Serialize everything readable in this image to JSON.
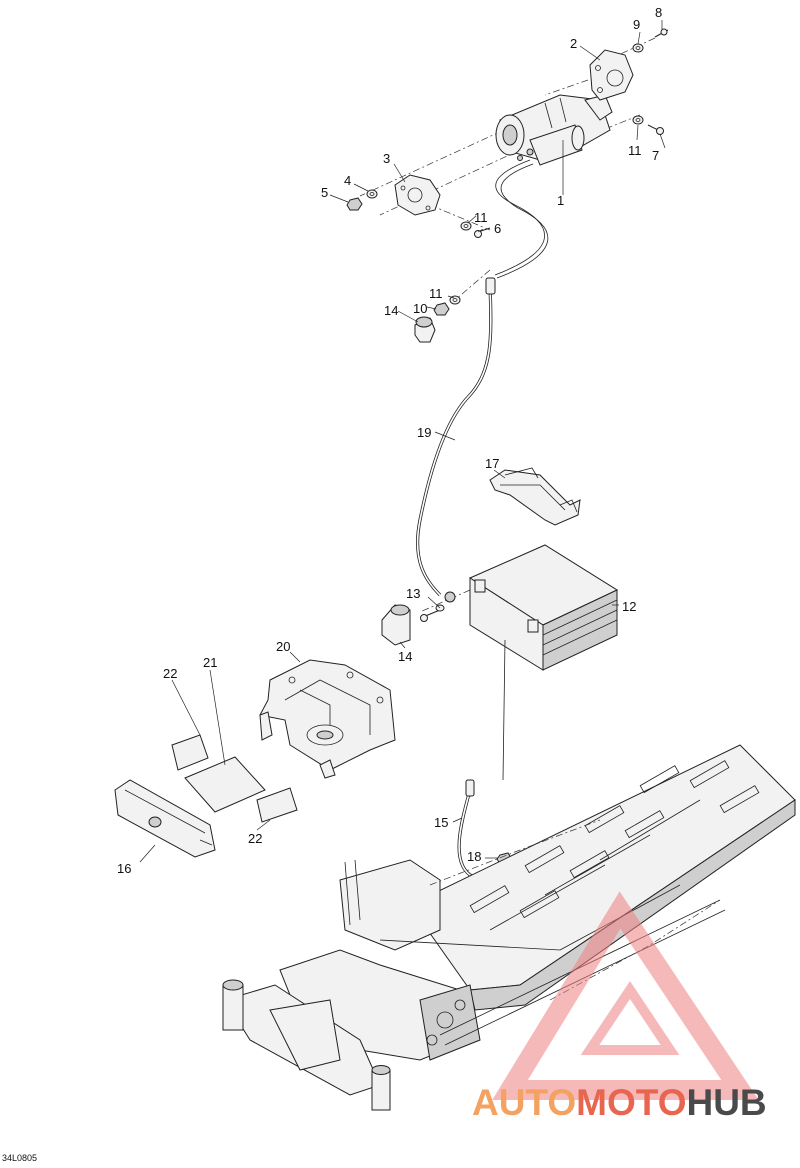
{
  "figure": {
    "reference_code": "34L0805",
    "callouts": [
      {
        "id": "c1",
        "label": "1"
      },
      {
        "id": "c2",
        "label": "2"
      },
      {
        "id": "c3",
        "label": "3"
      },
      {
        "id": "c4",
        "label": "4"
      },
      {
        "id": "c5",
        "label": "5"
      },
      {
        "id": "c6",
        "label": "6"
      },
      {
        "id": "c7",
        "label": "7"
      },
      {
        "id": "c8",
        "label": "8"
      },
      {
        "id": "c9",
        "label": "9"
      },
      {
        "id": "c10",
        "label": "10"
      },
      {
        "id": "c11a",
        "label": "11"
      },
      {
        "id": "c11b",
        "label": "11"
      },
      {
        "id": "c11c",
        "label": "11"
      },
      {
        "id": "c12",
        "label": "12"
      },
      {
        "id": "c13",
        "label": "13"
      },
      {
        "id": "c14a",
        "label": "14"
      },
      {
        "id": "c14b",
        "label": "14"
      },
      {
        "id": "c15",
        "label": "15"
      },
      {
        "id": "c16",
        "label": "16"
      },
      {
        "id": "c17",
        "label": "17"
      },
      {
        "id": "c18",
        "label": "18"
      },
      {
        "id": "c19",
        "label": "19"
      },
      {
        "id": "c20",
        "label": "20"
      },
      {
        "id": "c21",
        "label": "21"
      },
      {
        "id": "c22a",
        "label": "22"
      },
      {
        "id": "c22b",
        "label": "22"
      }
    ]
  },
  "watermark": {
    "part1": "AUTO",
    "part2": "MOTO",
    "part3": "HUB",
    "colors": {
      "auto": "#f4a261",
      "moto": "#e8664f",
      "hub": "#4a4a4a",
      "triangle": "#f08080"
    }
  }
}
